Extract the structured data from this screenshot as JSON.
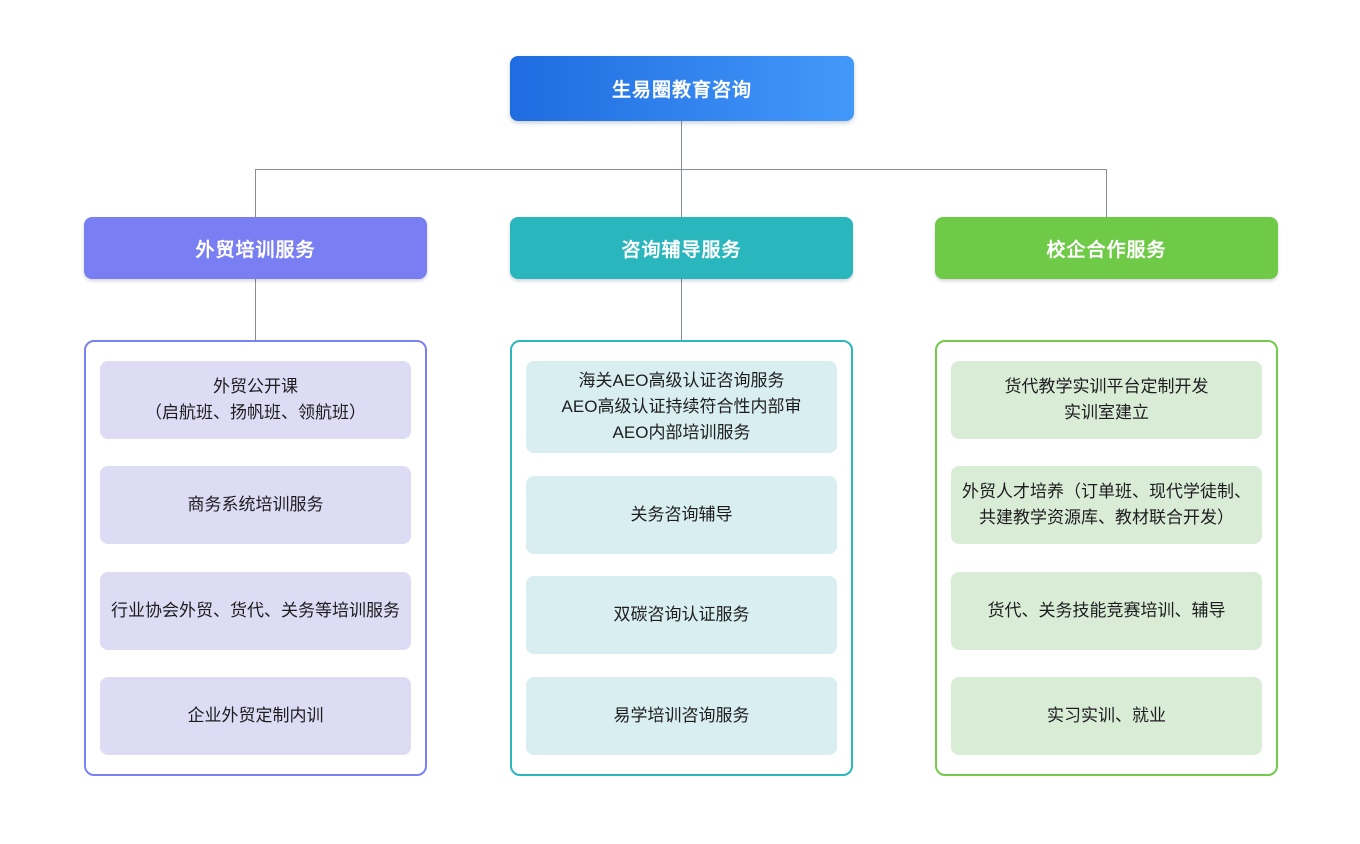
{
  "page": {
    "background": "#ffffff"
  },
  "diagram": {
    "connector_color": "#858d96",
    "root": {
      "label": "生易圈教育咨询",
      "gradient_start": "#1f6be0",
      "gradient_end": "#4399fa",
      "text_color": "#ffffff"
    },
    "branches": [
      {
        "label": "外贸培训服务",
        "header_color": "#797ef2",
        "border_color": "#7b80f2",
        "item_bg": "#dedbf5",
        "items": [
          "外贸公开课\n（启航班、扬帆班、领航班）",
          "商务系统培训服务",
          "行业协会外贸、货代、关务等培训服务",
          "企业外贸定制内训"
        ]
      },
      {
        "label": "咨询辅导服务",
        "header_color": "#29b7bd",
        "border_color": "#2ab8bd",
        "item_bg": "#d8eef0",
        "items": [
          "海关AEO高级认证咨询服务\nAEO高级认证持续符合性内部审\nAEO内部培训服务",
          "关务咨询辅导",
          "双碳咨询认证服务",
          "易学培训咨询服务"
        ]
      },
      {
        "label": "校企合作服务",
        "header_color": "#6fca47",
        "border_color": "#72cb4a",
        "item_bg": "#d9edd6",
        "items": [
          "货代教学实训平台定制开发\n实训室建立",
          "外贸人才培养（订单班、现代学徒制、共建教学资源库、教材联合开发）",
          "货代、关务技能竞赛培训、辅导",
          "实习实训、就业"
        ]
      }
    ]
  }
}
